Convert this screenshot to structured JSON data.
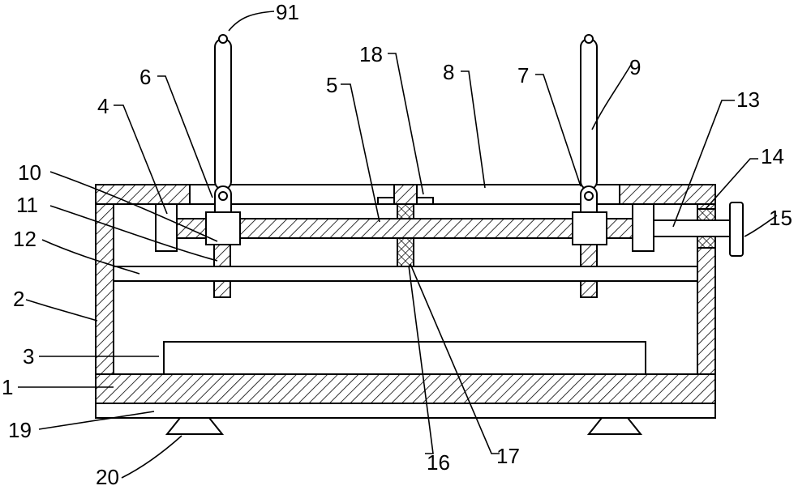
{
  "labels": {
    "l91": "91",
    "l18": "18",
    "l8": "8",
    "l6": "6",
    "l5": "5",
    "l7": "7",
    "l9": "9",
    "l13": "13",
    "l4": "4",
    "l14": "14",
    "l10": "10",
    "l15": "15",
    "l11": "11",
    "l12": "12",
    "l2": "2",
    "l3": "3",
    "l1": "1",
    "l19": "19",
    "l20": "20",
    "l16": "16",
    "l17": "17"
  }
}
